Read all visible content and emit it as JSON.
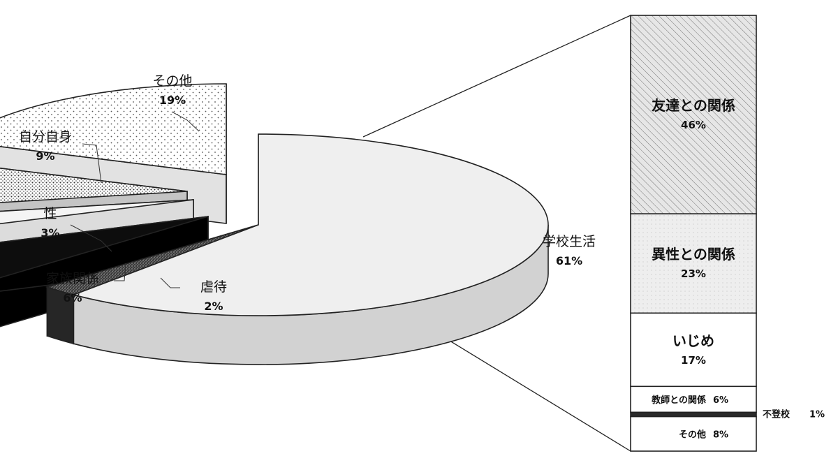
{
  "chart_data": {
    "type": "pie-of-bar",
    "pie": {
      "slices": [
        {
          "label": "学校生活",
          "value": 61,
          "value_text": "61%"
        },
        {
          "label": "虐待",
          "value": 2,
          "value_text": "2%"
        },
        {
          "label": "家族関係",
          "value": 6,
          "value_text": "6%"
        },
        {
          "label": "性",
          "value": 3,
          "value_text": "3%"
        },
        {
          "label": "自分自身",
          "value": 9,
          "value_text": "9%"
        },
        {
          "label": "その他",
          "value": 19,
          "value_text": "19%"
        }
      ]
    },
    "breakdown_of": "学校生活",
    "bar": {
      "segments": [
        {
          "label": "友達との関係",
          "value": 46,
          "value_text": "46%"
        },
        {
          "label": "異性との関係",
          "value": 23,
          "value_text": "23%"
        },
        {
          "label": "いじめ",
          "value": 17,
          "value_text": "17%"
        },
        {
          "label": "教師との関係",
          "value": 6,
          "value_text": "6%"
        },
        {
          "label": "不登校",
          "value": 1,
          "value_text": "1%"
        },
        {
          "label": "その他",
          "value": 8,
          "value_text": "8%"
        }
      ]
    }
  }
}
